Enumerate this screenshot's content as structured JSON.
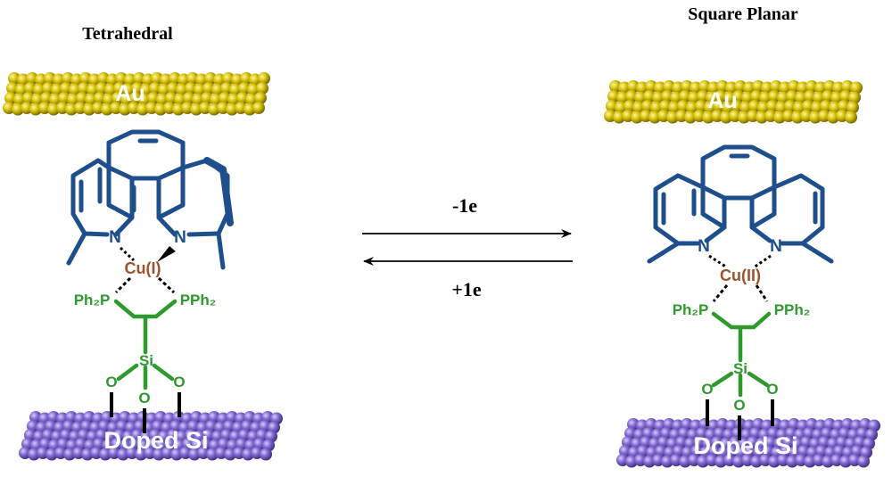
{
  "left": {
    "title": "Tetrahedral",
    "top_electrode": "Au",
    "bottom_electrode": "Doped Si",
    "nitrogen": "N",
    "metal": "Cu(I)",
    "phosphine": "Ph₂P",
    "phosphine_right": "PPh₂",
    "silicon": "Si",
    "oxygen": "O"
  },
  "right": {
    "title": "Square Planar",
    "top_electrode": "Au",
    "bottom_electrode": "Doped Si",
    "nitrogen": "N",
    "metal": "Cu(II)",
    "phosphine": "Ph₂P",
    "phosphine_right": "PPh₂",
    "silicon": "Si",
    "oxygen": "O"
  },
  "arrows": {
    "forward_label": "-1e",
    "reverse_label": "+1e"
  },
  "colors": {
    "gold": "#c8b400",
    "silicon": "#7a62c4",
    "ligand": "#1f4e8c",
    "metal": "#a0522d",
    "linker": "#2e9a2e",
    "bond": "#000000"
  }
}
